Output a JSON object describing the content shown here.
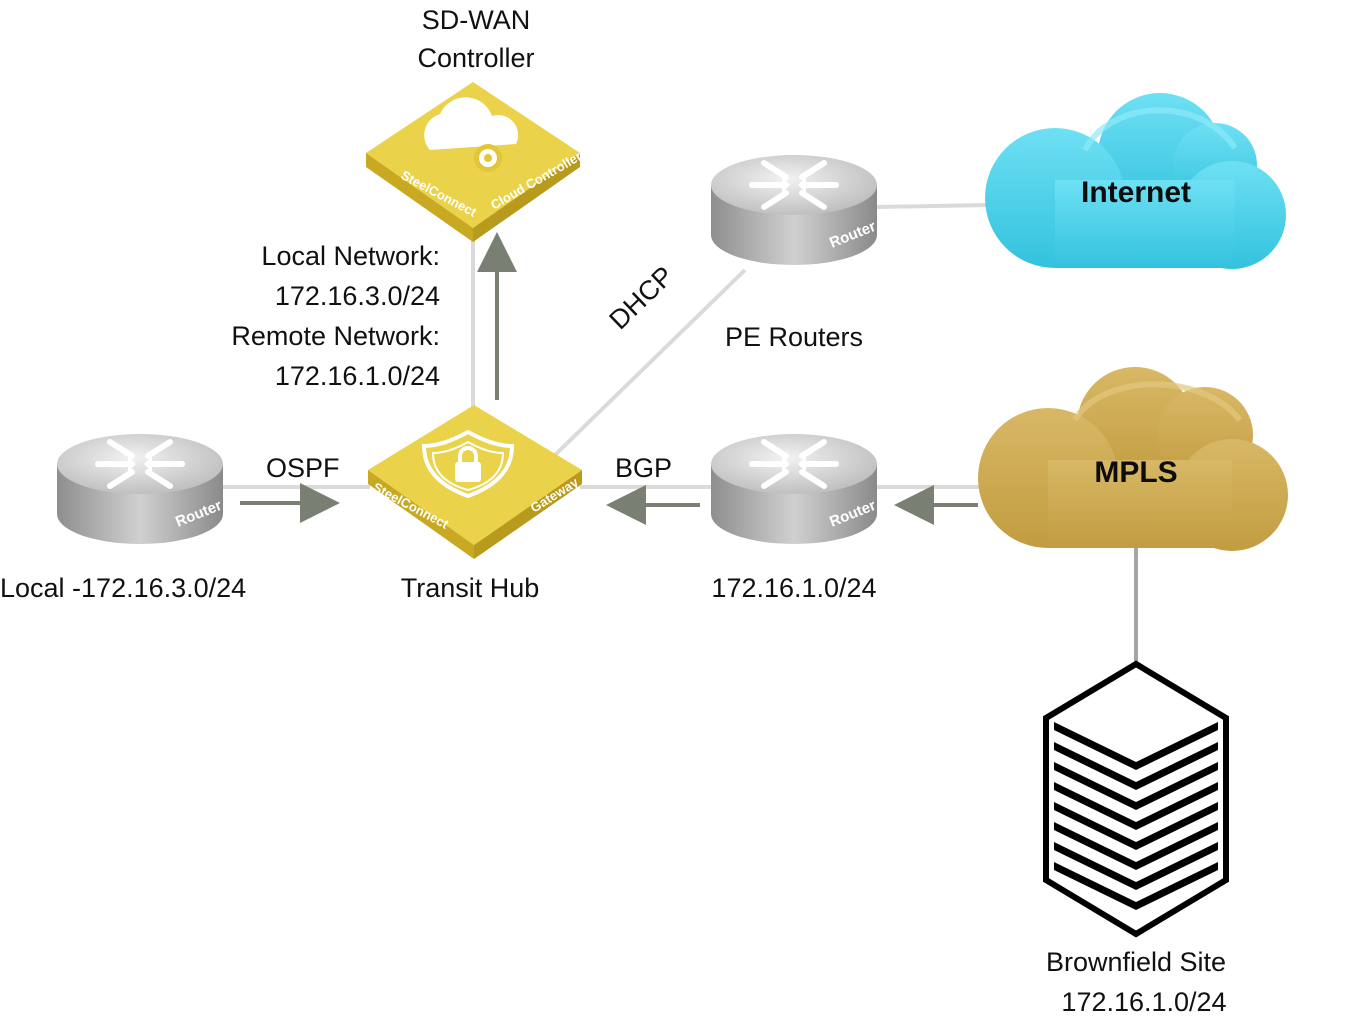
{
  "controller": {
    "title_line1": "SD-WAN",
    "title_line2": "Controller",
    "device_left": "SteelConnect",
    "device_right": "Cloud Controller"
  },
  "hub": {
    "label": "Transit Hub",
    "device_left": "SteelConnect",
    "device_right": "Gateway"
  },
  "network_info": {
    "local_title": "Local Network:",
    "local_value": "172.16.3.0/24",
    "remote_title": "Remote Network:",
    "remote_value": "172.16.1.0/24"
  },
  "local_router": {
    "label": "Local -172.16.3.0/24",
    "device_text": "Router"
  },
  "pe_router_top": {
    "label": "PE Routers",
    "device_text": "Router"
  },
  "pe_router_bottom": {
    "label": "172.16.1.0/24",
    "device_text": "Router"
  },
  "links": {
    "ospf": "OSPF",
    "bgp": "BGP",
    "dhcp": "DHCP"
  },
  "clouds": {
    "internet": "Internet",
    "mpls": "MPLS"
  },
  "brownfield": {
    "label_line1": "Brownfield Site",
    "label_line2": "172.16.1.0/24"
  },
  "colors": {
    "device_yellow": "#E8C820",
    "internet_cyan": "#3FCBE6",
    "mpls_gold": "#C9A44A",
    "arrow_gray": "#7a7f74",
    "line_light": "#d8d8d8"
  }
}
